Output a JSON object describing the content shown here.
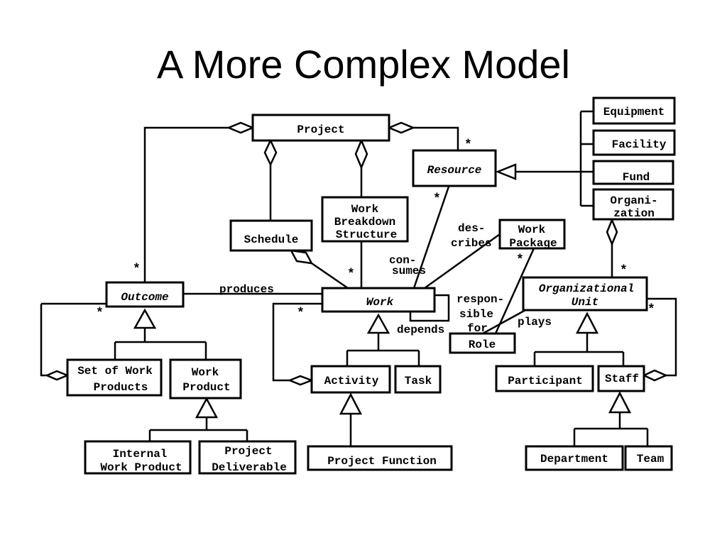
{
  "title": "A More Complex Model",
  "classes": {
    "project": [
      "Project"
    ],
    "resource": [
      "Resource"
    ],
    "equipment": [
      "Equipment"
    ],
    "facility": [
      "Facility"
    ],
    "fund": [
      "Fund"
    ],
    "organization": [
      "Organi-",
      "zation"
    ],
    "schedule": [
      "Schedule"
    ],
    "wbs": [
      "Work",
      "Breakdown",
      "Structure"
    ],
    "work_package": [
      "Work",
      "Package"
    ],
    "outcome": [
      "Outcome"
    ],
    "work": [
      "Work"
    ],
    "org_unit": [
      "Organizational",
      "Unit"
    ],
    "role": [
      "Role"
    ],
    "set_of_work_products": [
      "Set of Work",
      "Products"
    ],
    "work_product": [
      "Work",
      "Product"
    ],
    "activity": [
      "Activity"
    ],
    "task": [
      "Task"
    ],
    "participant": [
      "Participant"
    ],
    "staff": [
      "Staff"
    ],
    "internal_work_product": [
      "Internal",
      "Work Product"
    ],
    "project_deliverable": [
      "Project",
      "Deliverable"
    ],
    "project_function": [
      "Project Function"
    ],
    "department": [
      "Department"
    ],
    "team": [
      "Team"
    ]
  },
  "labels": {
    "produces": "produces",
    "consumes": [
      "con-",
      "sumes"
    ],
    "describes": [
      "des-",
      "cribes"
    ],
    "responsible_for": [
      "respon-",
      "sible",
      "for"
    ],
    "depends": "depends",
    "plays": "plays"
  },
  "multiplicity": "*"
}
